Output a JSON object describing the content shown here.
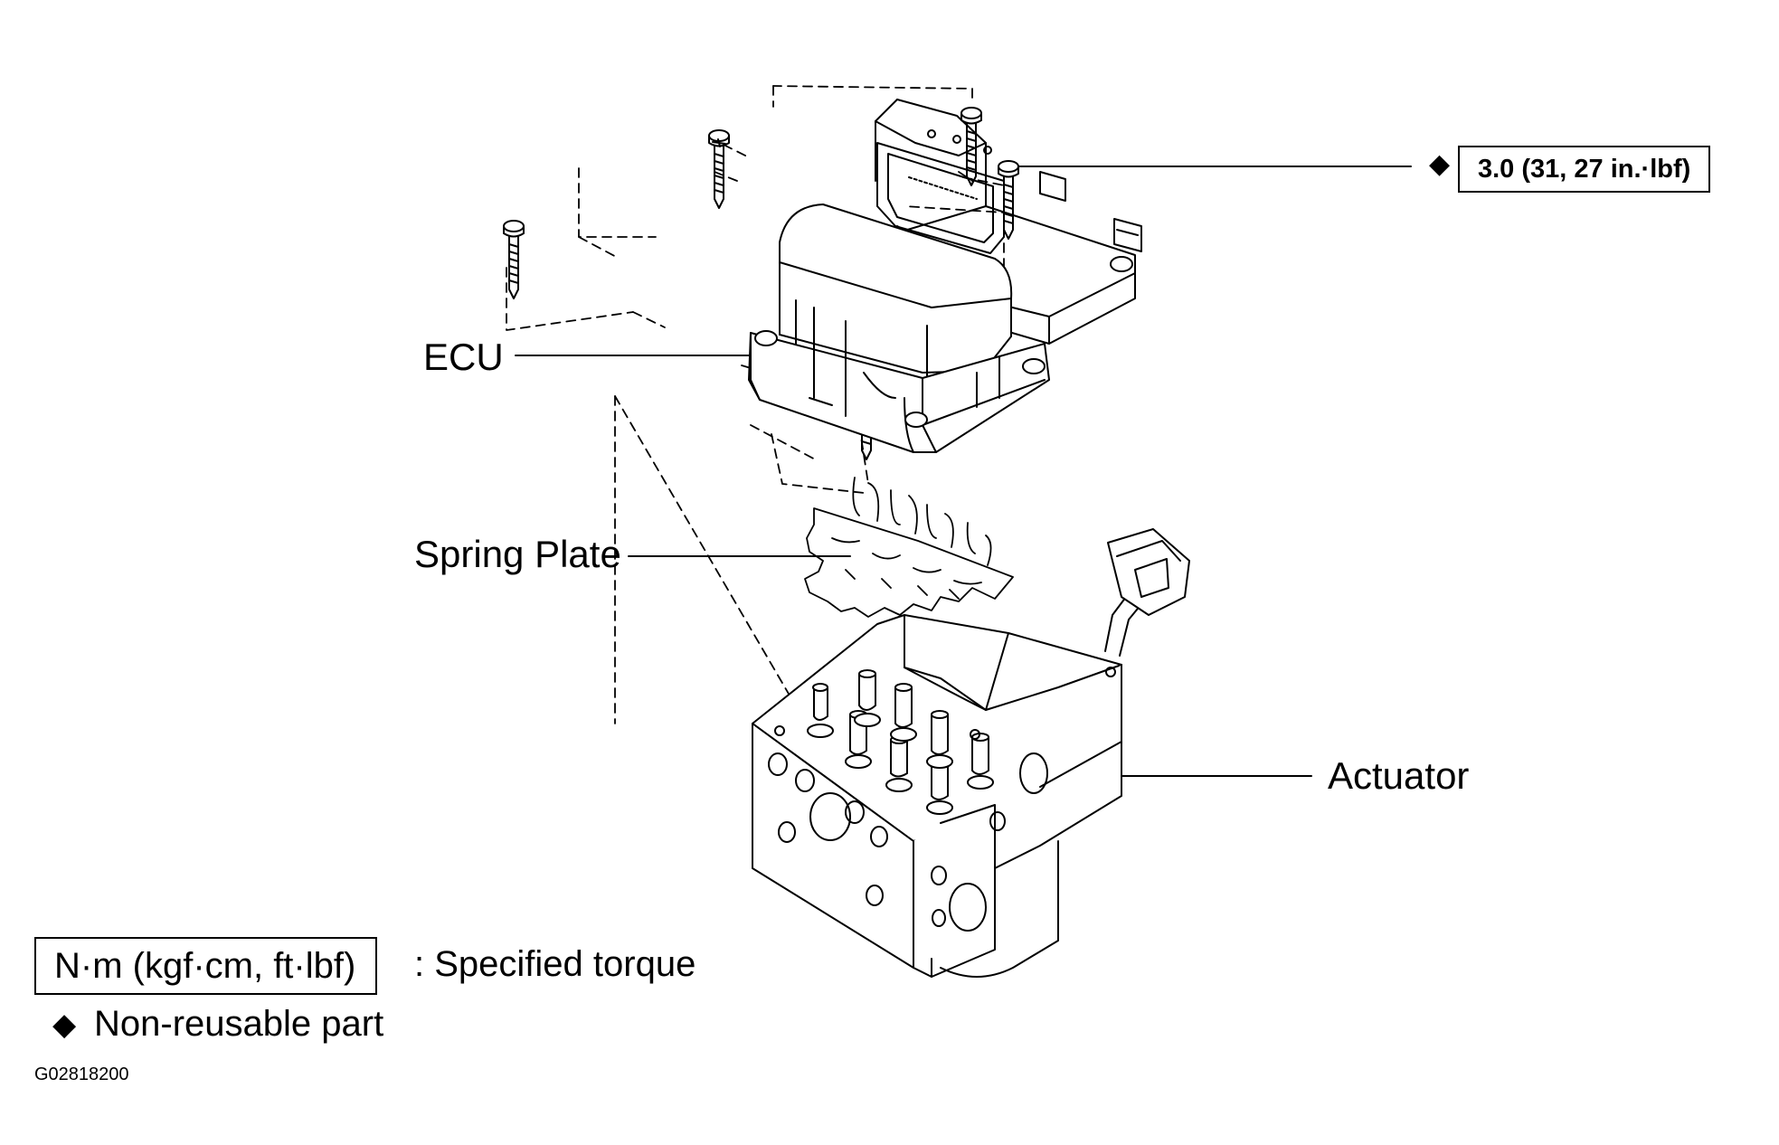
{
  "labels": {
    "ecu": "ECU",
    "spring_plate": "Spring Plate",
    "actuator": "Actuator"
  },
  "torque_spec": {
    "symbol": "◆",
    "value": "3.0 (31, 27 in.·lbf)"
  },
  "legend": {
    "torque_unit": "N·m (kgf·cm, ft·lbf)",
    "torque_desc": ": Specified torque",
    "nonreusable_symbol": "◆",
    "nonreusable_text": "Non-reusable part"
  },
  "figure_code": "G02818200"
}
